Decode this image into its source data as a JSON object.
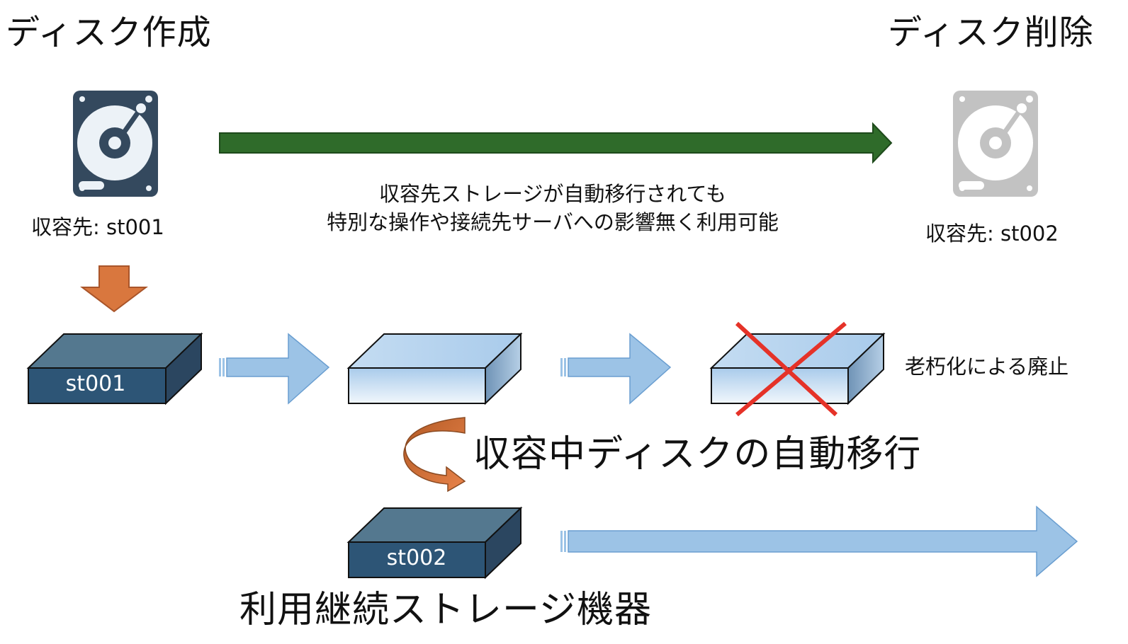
{
  "headings": {
    "disk_create": "ディスク作成",
    "disk_delete": "ディスク削除"
  },
  "disks": {
    "source_label": "収容先: st001",
    "dest_label": "収容先: st002"
  },
  "migration_note": {
    "line1": "収容先ストレージが自動移行されても",
    "line2": "特別な操作や接続先サーバへの影響無く利用可能"
  },
  "storages": {
    "st001": "st001",
    "st002": "st002"
  },
  "retire_label": "老朽化による廃止",
  "auto_migration_label": "収容中ディスクの自動移行",
  "continued_storage_label": "利用継続ストレージ機器",
  "colors": {
    "main_arrow": "#2f6b2a",
    "down_arrow": "#d9773e",
    "storage_dark": "#2d5576",
    "storage_light": "#b9d6f0",
    "flow_arrow": "#9cc3e6",
    "cross": "#e53228",
    "disk_icon": "#34495e",
    "disk_icon_faded": "#c2c2c2"
  },
  "icons": {
    "source_disk": "hard-disk-icon",
    "dest_disk": "hard-disk-icon-faded"
  }
}
